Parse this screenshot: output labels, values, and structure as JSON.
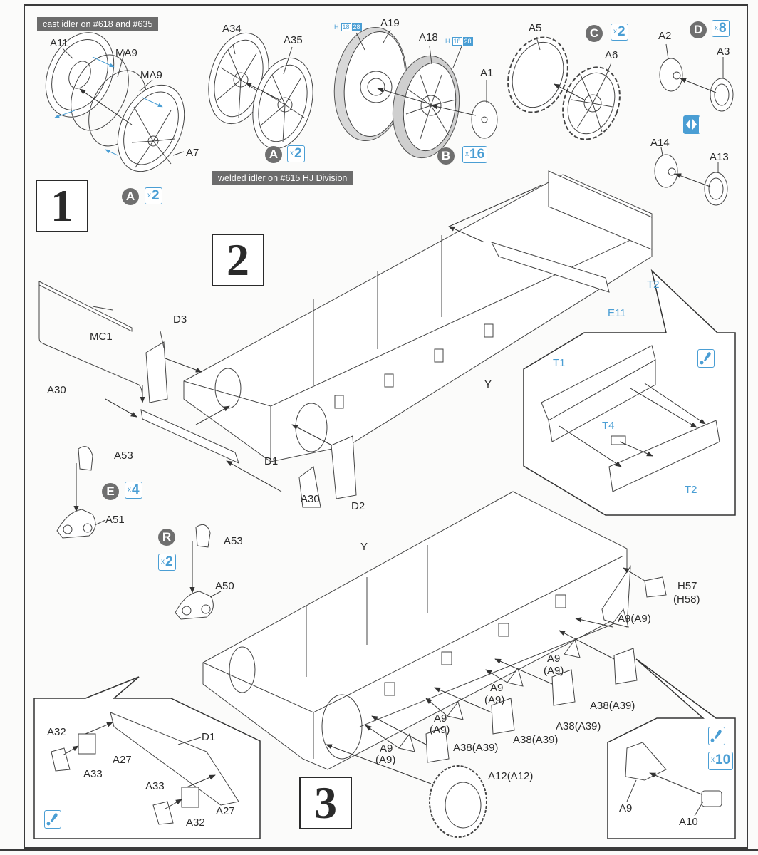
{
  "steps": [
    {
      "number": "1"
    },
    {
      "number": "2"
    },
    {
      "number": "3"
    }
  ],
  "notes": {
    "cast_idler": "cast idler on #618 and #635",
    "welded_idler": "welded idler on #615 HJ Division"
  },
  "step1": {
    "parts": {
      "a11": "A11",
      "ma9_a": "MA9",
      "ma9_b": "MA9",
      "a7": "A7",
      "a34": "A34",
      "a35": "A35",
      "a19": "A19",
      "a18": "A18",
      "a1": "A1",
      "a5": "A5",
      "a6": "A6",
      "a2": "A2",
      "a3": "A3",
      "a14": "A14",
      "a13": "A13"
    },
    "paint_codes": [
      {
        "prefix": "H",
        "code1": "18",
        "code2": "28"
      },
      {
        "prefix": "H",
        "code1": "18",
        "code2": "28"
      }
    ],
    "subassemblies": [
      {
        "letter": "A",
        "multiplier": "2",
        "context": "cast idler"
      },
      {
        "letter": "A",
        "multiplier": "2",
        "context": "welded idler"
      },
      {
        "letter": "B",
        "multiplier": "16"
      },
      {
        "letter": "C",
        "multiplier": "2"
      },
      {
        "letter": "D",
        "multiplier": "8"
      }
    ],
    "icons": {
      "mirror": "mirror-symmetric-icon"
    }
  },
  "step2": {
    "parts": {
      "mc1": "MC1",
      "d3": "D3",
      "a30_a": "A30",
      "a30_b": "A30",
      "d1": "D1",
      "d2": "D2",
      "y": "Y",
      "e11": "E11",
      "t2_top": "T2",
      "a53_a": "A53",
      "a51": "A51",
      "a53_b": "A53",
      "a50": "A50"
    },
    "detail": {
      "t1": "T1",
      "t4": "T4",
      "t2": "T2",
      "icon": "glue-icon"
    },
    "subassemblies": [
      {
        "letter": "E",
        "multiplier": "4"
      },
      {
        "letter": "R",
        "multiplier": "2"
      }
    ]
  },
  "step3": {
    "parts": {
      "y": "Y",
      "h57": "H57",
      "h58": "(H58)",
      "a9_1": "A9(A9)",
      "a9_2a": "A9",
      "a9_2b": "(A9)",
      "a9_3a": "A9",
      "a9_3b": "(A9)",
      "a9_4a": "A9",
      "a9_4b": "(A9)",
      "a9_5a": "A9",
      "a9_5b": "(A9)",
      "a38_1": "A38(A39)",
      "a38_2": "A38(A39)",
      "a38_3": "A38(A39)",
      "a38_4": "A38(A39)",
      "a12": "A12(A12)"
    },
    "detail_left": {
      "a32_a": "A32",
      "a33_a": "A33",
      "a27_a": "A27",
      "d1": "D1",
      "a33_b": "A33",
      "a27_b": "A27",
      "a32_b": "A32",
      "icon": "glue-icon"
    },
    "detail_right": {
      "a9": "A9",
      "a10": "A10",
      "multiplier": "10",
      "icon": "glue-icon"
    }
  },
  "colors": {
    "accent_blue": "#4a9ed4",
    "badge_grey": "#6f6f6f",
    "line": "#2a2a2a"
  }
}
